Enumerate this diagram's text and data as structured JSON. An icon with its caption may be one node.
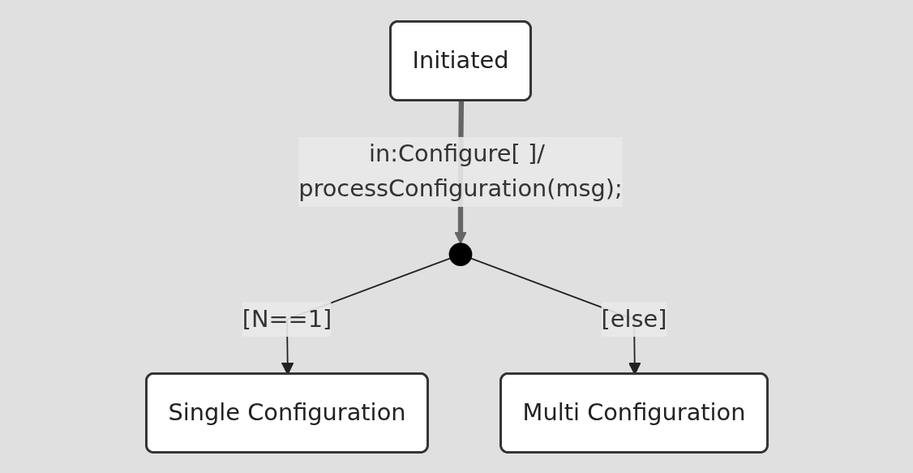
{
  "diagram": {
    "nodes": [
      {
        "text": [
          "Initiated"
        ]
      },
      {
        "text": [],
        "shape": "circle"
      },
      {
        "text": [
          "Single Configuration"
        ]
      },
      {
        "text": [
          "Multi Configuration"
        ]
      }
    ],
    "edges": [
      {
        "from": 0,
        "to": 1,
        "arrow": "to",
        "label": "in:Configure[ ]/ processConfiguration(msg);",
        "style": "thick"
      },
      {
        "from": 1,
        "to": 2,
        "arrow": "to",
        "label": "[N==1]"
      },
      {
        "from": 1,
        "to": 3,
        "arrow": "to",
        "label": "[else]"
      }
    ]
  }
}
